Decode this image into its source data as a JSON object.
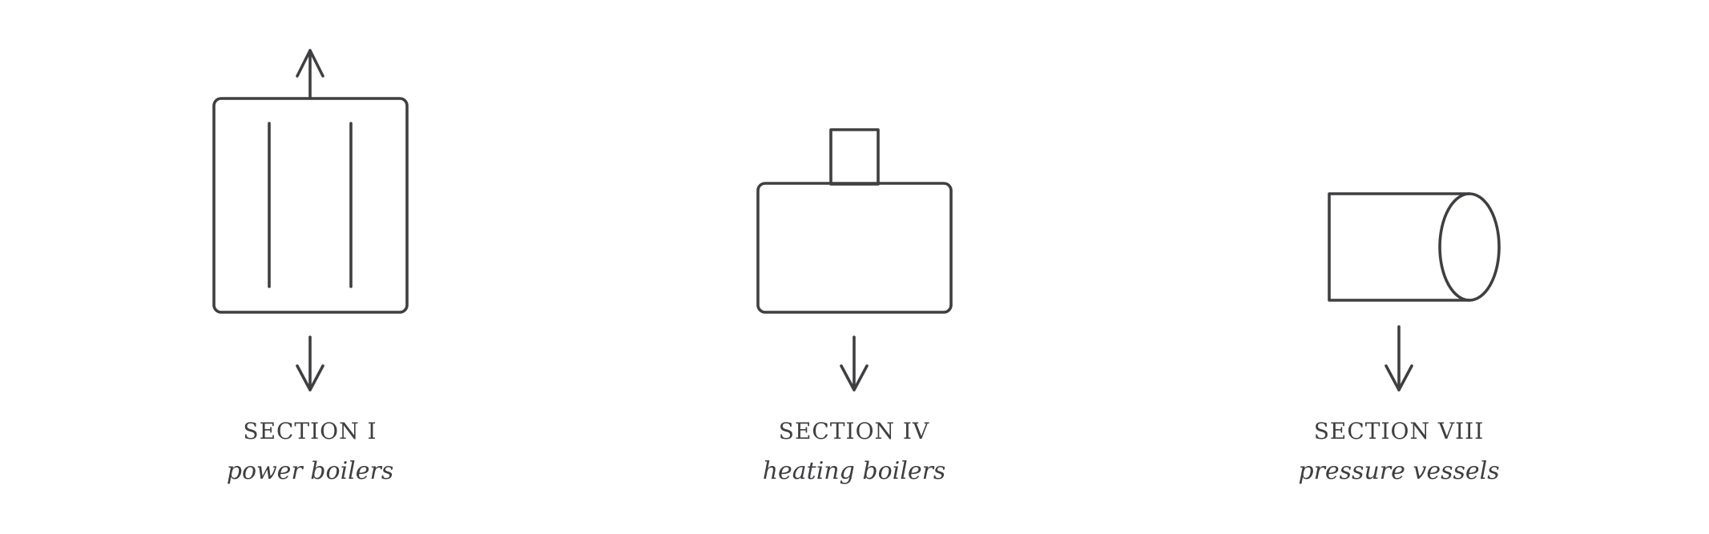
{
  "sections": [
    {
      "title": "SECTION I",
      "subtitle": "power boilers",
      "icon": "power-boiler-icon"
    },
    {
      "title": "SECTION IV",
      "subtitle": "heating boilers",
      "icon": "heating-boiler-icon"
    },
    {
      "title": "SECTION VIII",
      "subtitle": "pressure vessels",
      "icon": "pressure-vessel-icon"
    }
  ],
  "colors": {
    "stroke": "#3f3f42",
    "text": "#3f3f42",
    "background": "#ffffff"
  }
}
